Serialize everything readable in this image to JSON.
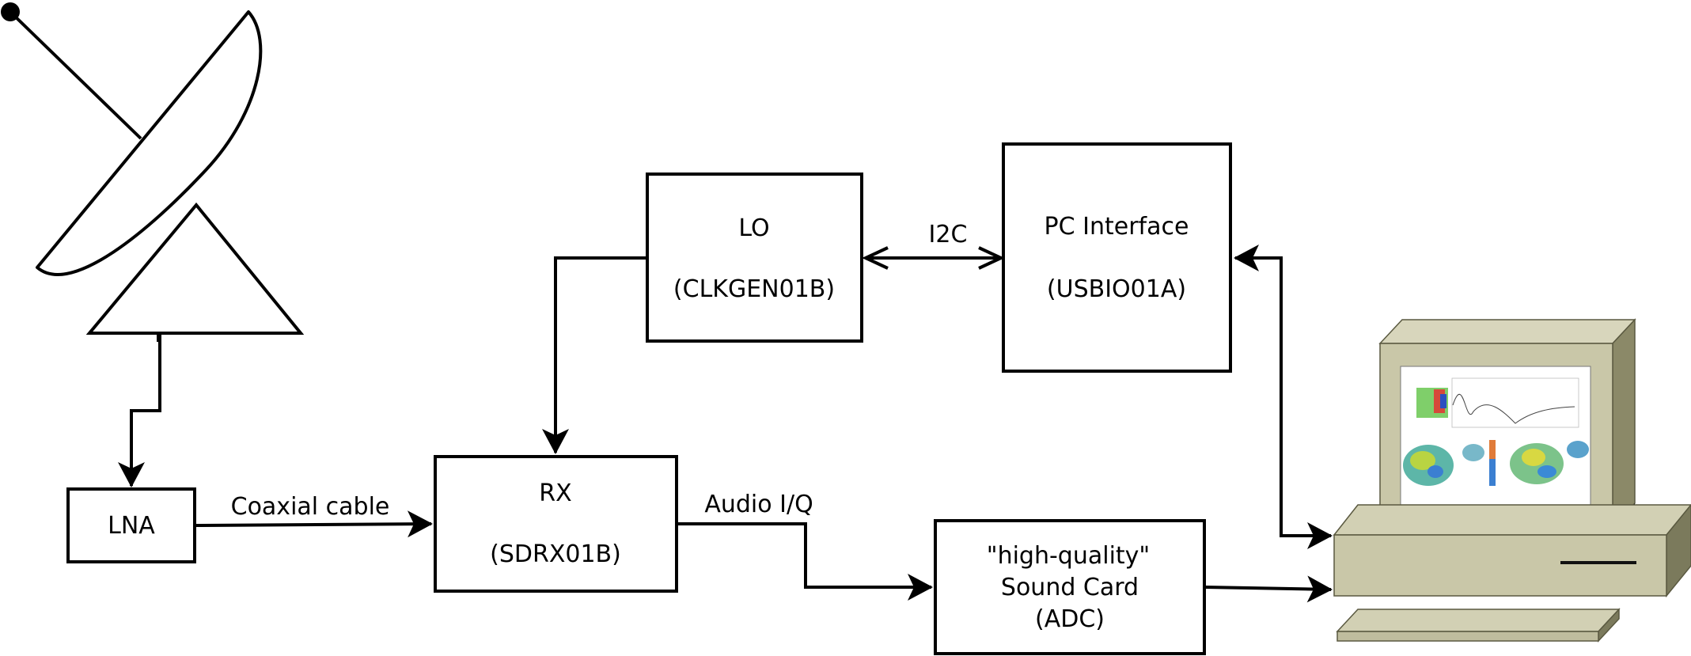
{
  "blocks": {
    "lna": {
      "label": "LNA"
    },
    "rx": {
      "name": "RX",
      "part": "(SDRX01B)"
    },
    "lo": {
      "name": "LO",
      "part": "(CLKGEN01B)"
    },
    "pc_interface": {
      "name": "PC Interface",
      "part": "(USBIO01A)"
    },
    "sound_card": {
      "line1": "\"high-quality\"",
      "line2": "Sound Card",
      "line3": "(ADC)"
    }
  },
  "connections": {
    "coax": "Coaxial cable",
    "audio": "Audio I/Q",
    "i2c": "I2C"
  },
  "icons": [
    "satellite-dish-icon",
    "desktop-computer-icon"
  ],
  "colors": {
    "computer_face": "#c9c7a8",
    "computer_side": "#8b8968",
    "computer_dark": "#7b7a5c",
    "screen": "#ffffff"
  }
}
